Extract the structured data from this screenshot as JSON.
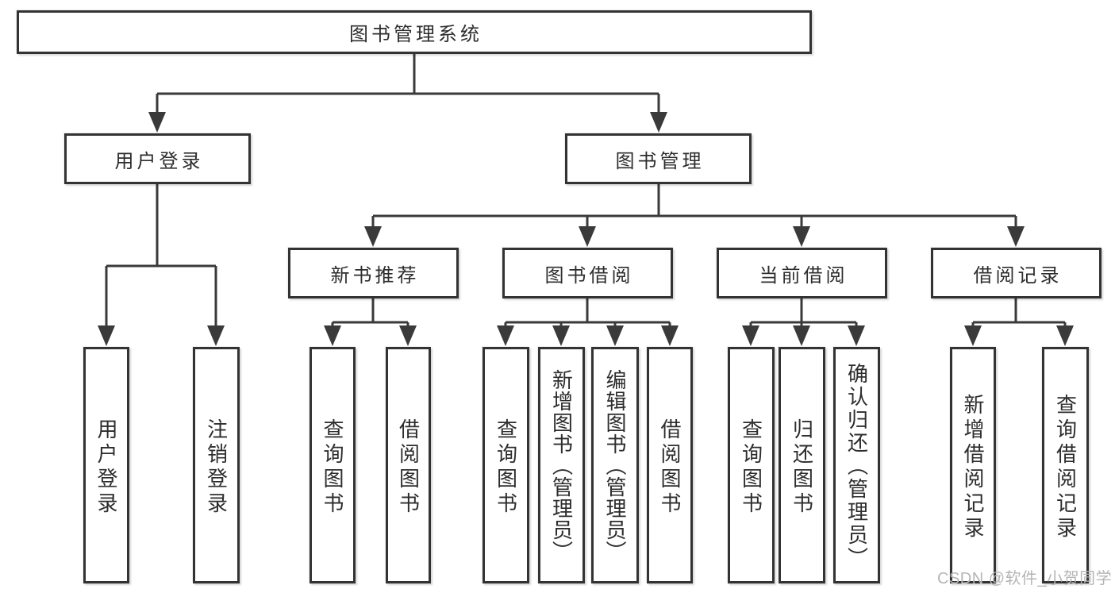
{
  "root": {
    "label": "图书管理系统"
  },
  "login": {
    "label": "用户登录",
    "leaves": [
      {
        "label": "用户登录"
      },
      {
        "label": "注销登录"
      }
    ]
  },
  "management": {
    "label": "图书管理",
    "groups": [
      {
        "label": "新书推荐",
        "leaves": [
          {
            "label": "查询图书"
          },
          {
            "label": "借阅图书"
          }
        ]
      },
      {
        "label": "图书借阅",
        "leaves": [
          {
            "label": "查询图书"
          },
          {
            "label": "新增图书（管理员）"
          },
          {
            "label": "编辑图书（管理员）"
          },
          {
            "label": "借阅图书"
          }
        ]
      },
      {
        "label": "当前借阅",
        "leaves": [
          {
            "label": "查询图书"
          },
          {
            "label": "归还图书"
          },
          {
            "label": "确认归还（管理员）"
          }
        ]
      },
      {
        "label": "借阅记录",
        "leaves": [
          {
            "label": "新增借阅记录"
          },
          {
            "label": "查询借阅记录"
          }
        ]
      }
    ]
  },
  "watermark": {
    "text": "CSDN @软件_小贺同学"
  },
  "colors": {
    "line": "#3a3a3a",
    "border": "#333333",
    "fill": "#ffffff",
    "text": "#2d2d2d",
    "watermark": "#b5b5b5",
    "background": "#ffffff"
  }
}
